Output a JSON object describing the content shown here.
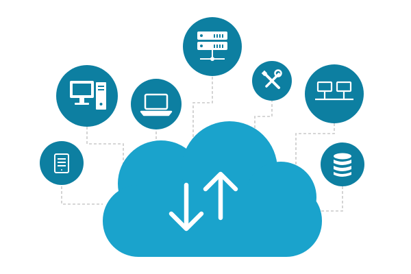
{
  "colors": {
    "cloud": "#1aa3cc",
    "node": "#0d7fa1",
    "icon": "#ffffff",
    "connector": "#c9c9c9",
    "background": "#ffffff"
  },
  "cloud": {
    "icon": "upload-download-arrows-icon"
  },
  "nodes": [
    {
      "id": "tablet",
      "icon": "tablet-icon"
    },
    {
      "id": "desktop",
      "icon": "desktop-computer-icon"
    },
    {
      "id": "laptop",
      "icon": "laptop-icon"
    },
    {
      "id": "server",
      "icon": "server-rack-icon"
    },
    {
      "id": "tools",
      "icon": "tools-icon"
    },
    {
      "id": "network",
      "icon": "network-icon"
    },
    {
      "id": "database",
      "icon": "database-icon"
    }
  ]
}
